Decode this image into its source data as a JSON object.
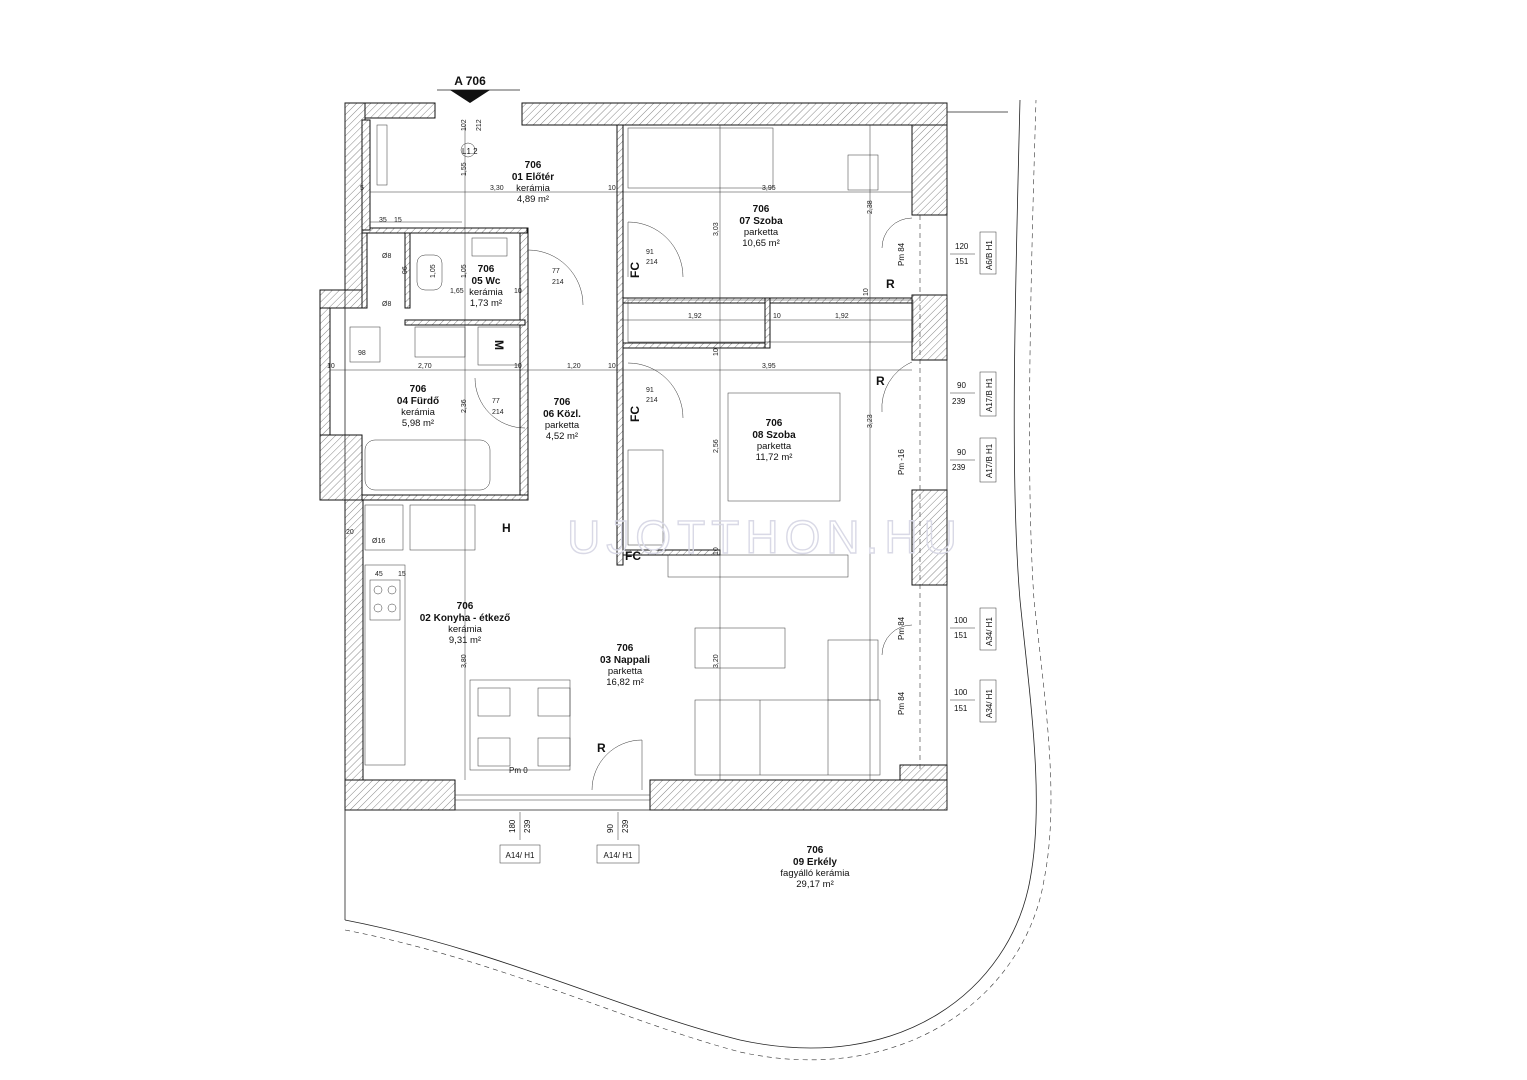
{
  "section_marker": "A 706",
  "rooms": [
    {
      "num": "706",
      "name": "01 Előtér",
      "material": "kerámia",
      "area": "4,89 m²"
    },
    {
      "num": "706",
      "name": "05 Wc",
      "material": "kerámia",
      "area": "1,73 m²"
    },
    {
      "num": "706",
      "name": "04 Fürdő",
      "material": "kerámia",
      "area": "5,98 m²"
    },
    {
      "num": "706",
      "name": "06 Közl.",
      "material": "parketta",
      "area": "4,52 m²"
    },
    {
      "num": "706",
      "name": "07 Szoba",
      "material": "parketta",
      "area": "10,65 m²"
    },
    {
      "num": "706",
      "name": "08 Szoba",
      "material": "parketta",
      "area": "11,72 m²"
    },
    {
      "num": "706",
      "name": "02 Konyha - étkező",
      "material": "kerámia",
      "area": "9,31 m²"
    },
    {
      "num": "706",
      "name": "03 Nappali",
      "material": "parketta",
      "area": "16,82 m²"
    },
    {
      "num": "706",
      "name": "09 Erkély",
      "material": "fagyálló kerámia",
      "area": "29,17 m²"
    }
  ],
  "fixtures": {
    "fc": "FC",
    "r": "R",
    "m": "M",
    "h": "H",
    "l12": "L1.2"
  },
  "levels": {
    "pm0": "Pm 0",
    "pm84": "Pm 84",
    "pm_16": "Pm -16"
  },
  "windows": [
    {
      "code": "A6/B H1",
      "w": "120",
      "h": "151"
    },
    {
      "code": "A17/B H1",
      "w": "90",
      "h": "239"
    },
    {
      "code": "A17/B H1",
      "w": "90",
      "h": "239"
    },
    {
      "code": "A34/ H1",
      "w": "100",
      "h": "151"
    },
    {
      "code": "A34/ H1",
      "w": "100",
      "h": "151"
    },
    {
      "code": "A14/ H1",
      "w": "180",
      "h": "239"
    },
    {
      "code": "A14/ H1",
      "w": "90",
      "h": "239"
    }
  ],
  "dims": {
    "d330": "3,30",
    "d395": "3,95",
    "d395b": "3,95",
    "d303": "3,03",
    "d238": "2,38",
    "d270": "2,70",
    "d120": "1,20",
    "d236": "2,36",
    "d256": "2,56",
    "d323": "3,23",
    "d192a": "1,92",
    "d192b": "1,92",
    "d380": "3,80",
    "d320": "3,20",
    "d155": "1,55",
    "d165": "1,65",
    "d105a": "1,05",
    "d105b": "1,05",
    "d10": "10",
    "d5": "5",
    "d15": "15",
    "d35": "35",
    "d45": "45",
    "d20": "20",
    "d98": "98",
    "d96": "96",
    "d91": "91",
    "d214": "214",
    "d77": "77",
    "d102": "102",
    "d212": "212",
    "o8": "Ø8",
    "o16": "Ø16"
  },
  "watermark": "UJOTTHON.HU"
}
